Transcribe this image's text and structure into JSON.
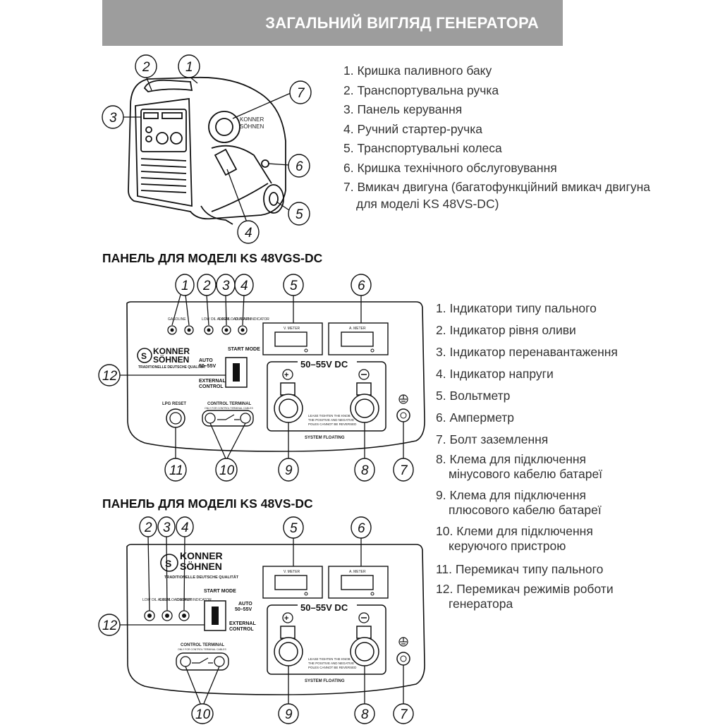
{
  "banner": {
    "title": "ЗАГАЛЬНИЙ ВИГЛЯД ГЕНЕРАТОРА"
  },
  "overview_list": [
    "1. Кришка паливного баку",
    "2. Транспортувальна ручка",
    "3. Панель керування",
    "4. Ручний стартер-ручка",
    "5. Транспортувальні колеса",
    "6. Кришка технічного обслуговування",
    "7. Вмикач двигуна (багатофункційний вмикач двигуна"
  ],
  "overview_list_cont": "для моделі KS 48VS-DC)",
  "panel1": {
    "heading": "ПАНЕЛЬ ДЛЯ МОДЕЛІ KS 48VGS-DC",
    "items": [
      "1. Індикатори типу пального",
      "2. Індикатор рівня оливи",
      "3. Індикатор перенавантаження",
      "4. Індикатор напруги",
      "5. Вольтметр",
      "6. Амперметр",
      "7. Болт заземлення"
    ],
    "item8_a": "8. Клема для підключення",
    "item8_b": "мінусового кабелю батареї",
    "item9_a": "9. Клема для підключення",
    "item9_b": "плюсового кабелю батареї",
    "item10_a": "10. Клеми для підключення",
    "item10_b": "керуючого пристрою",
    "item11": "11. Перемикач типу пального",
    "item12_a": "12. Перемикач режимів роботи",
    "item12_b": "генератора",
    "labels": {
      "v_meter": "V. METER",
      "a_meter": "A. METER",
      "dc": "50–55V DC",
      "start_mode": "START MODE",
      "auto": "AUTO",
      "auto_v": "50–55V",
      "external": "EXTERNAL",
      "control": "CONTROL",
      "lpg_reset": "LPG RESET",
      "control_terminal": "CONTROL TERMINAL",
      "control_terminal_sub": "ONLY FOR CONTROL TERMINAL CABLES",
      "system_floating": "SYSTEM FLOATING",
      "warning_1": "LEASE TIGHTEN THE KNOB",
      "warning_2": "THE POSITIVE AND NEGATIVE",
      "warning_3": "POLES CANNOT BE REVERSED",
      "brand_1": "KONNER",
      "brand_2": "SÖHNEN",
      "brand_sub": "TRADITIONELLE DEUTSCHE QUALITÄT",
      "low_oil": "LOW OIL ALARM",
      "overload": "OVERLOAD ALARM",
      "output": "OUTPUT INDICATOR",
      "gasoline": "GASOLINE"
    }
  },
  "panel2": {
    "heading": "ПАНЕЛЬ ДЛЯ МОДЕЛІ KS 48VS-DC"
  },
  "icons": [
    "plus-icon",
    "minus-icon",
    "ground-icon",
    "switch-icon"
  ]
}
